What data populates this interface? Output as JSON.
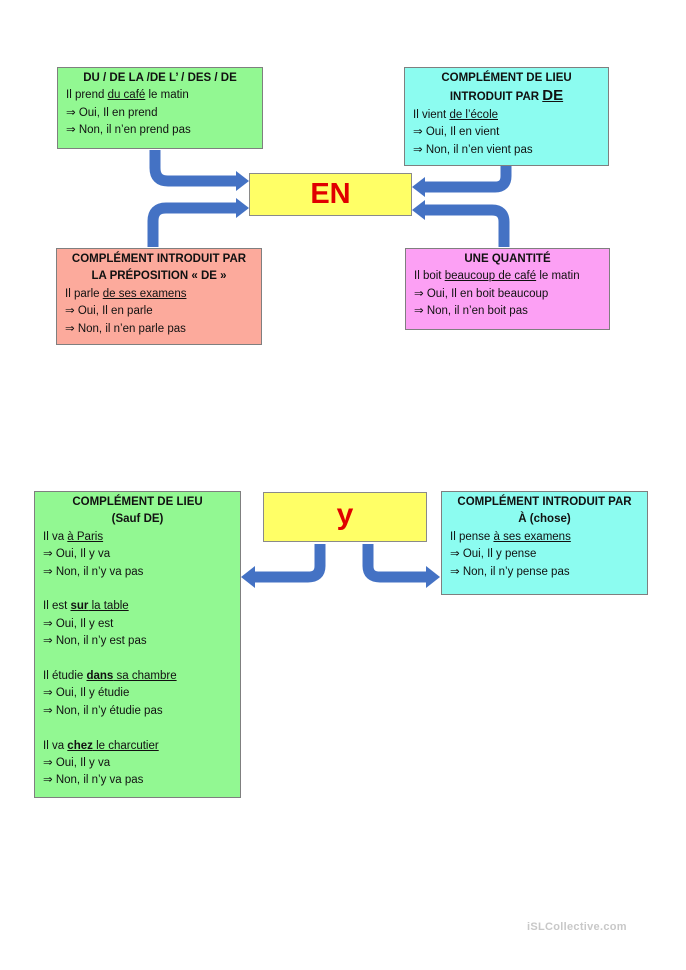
{
  "en_section": {
    "center_label": "EN",
    "boxes": [
      {
        "id": "du-de-la",
        "color": "#92f892",
        "title": [
          "DU / DE LA /DE L’ / DES / DE"
        ],
        "lines": [
          [
            {
              "t": "Il prend "
            },
            {
              "t": "du café",
              "u": true
            },
            {
              "t": " le matin"
            }
          ],
          [
            {
              "t": "⇒ Oui, Il en prend"
            }
          ],
          [
            {
              "t": "⇒ Non, il n’en prend pas"
            }
          ]
        ]
      },
      {
        "id": "complement-lieu-de",
        "color": "#8cfcf0",
        "title": [
          "COMPLÉMENT DE LIEU",
          "INTRODUIT PAR "
        ],
        "title_emph": "DE",
        "lines": [
          [
            {
              "t": "Il vient "
            },
            {
              "t": "de l’école",
              "u": true
            }
          ],
          [
            {
              "t": "⇒ Oui, Il en vient"
            }
          ],
          [
            {
              "t": "⇒ Non, il n’en vient pas"
            }
          ]
        ]
      },
      {
        "id": "complement-preposition-de",
        "color": "#fcaa9c",
        "title": [
          "COMPLÉMENT INTRODUIT PAR",
          "LA PRÉPOSITION « DE »"
        ],
        "lines": [
          [
            {
              "t": "Il parle "
            },
            {
              "t": "de ses examens",
              "u": true
            }
          ],
          [
            {
              "t": "⇒ Oui, Il en parle"
            }
          ],
          [
            {
              "t": "⇒ Non, il n’en parle pas"
            }
          ]
        ]
      },
      {
        "id": "une-quantite",
        "color": "#fca0f4",
        "title": [
          "UNE QUANTITÉ"
        ],
        "lines": [
          [
            {
              "t": "Il boit "
            },
            {
              "t": "beaucoup de café",
              "u": true
            },
            {
              "t": " le matin"
            }
          ],
          [
            {
              "t": "⇒ Oui, Il en boit beaucoup"
            }
          ],
          [
            {
              "t": "⇒ Non, il n’en boit pas"
            }
          ]
        ]
      }
    ]
  },
  "y_section": {
    "center_label": "y",
    "boxes": [
      {
        "id": "complement-lieu-sauf-de",
        "color": "#92f892",
        "title": [
          "COMPLÉMENT DE LIEU",
          "(Sauf DE)"
        ],
        "lines": [
          [
            {
              "t": "Il va "
            },
            {
              "t": "à Paris",
              "u": true
            }
          ],
          [
            {
              "t": "⇒ Oui, Il y va"
            }
          ],
          [
            {
              "t": "⇒ Non, il n’y va pas"
            }
          ],
          [],
          [
            {
              "t": "Il est "
            },
            {
              "t": "sur",
              "u": true,
              "b": true
            },
            {
              "t": " la table",
              "u": true
            }
          ],
          [
            {
              "t": "⇒ Oui, Il y est"
            }
          ],
          [
            {
              "t": "⇒ Non, il n’y est pas"
            }
          ],
          [],
          [
            {
              "t": "Il étudie "
            },
            {
              "t": "dans",
              "u": true,
              "b": true
            },
            {
              "t": " sa chambre",
              "u": true
            }
          ],
          [
            {
              "t": "⇒ Oui, Il y étudie"
            }
          ],
          [
            {
              "t": "⇒ Non, il n’y étudie pas"
            }
          ],
          [],
          [
            {
              "t": "Il va "
            },
            {
              "t": "chez",
              "u": true,
              "b": true
            },
            {
              "t": " le charcutier",
              "u": true
            }
          ],
          [
            {
              "t": "⇒ Oui, Il y va"
            }
          ],
          [
            {
              "t": "⇒ Non, il n’y va pas"
            }
          ]
        ]
      },
      {
        "id": "complement-a-chose",
        "color": "#8cfcf0",
        "title": [
          "COMPLÉMENT INTRODUIT PAR",
          "À (chose)"
        ],
        "lines": [
          [
            {
              "t": "Il pense "
            },
            {
              "t": "à ses examens",
              "u": true
            }
          ],
          [
            {
              "t": "⇒ Oui, Il y pense"
            }
          ],
          [
            {
              "t": "⇒ Non, il n’y pense pas"
            }
          ]
        ]
      }
    ]
  },
  "watermark": "iSLCollective.com",
  "colors": {
    "arrow": "#4472c4",
    "center_bg": "#ffff66",
    "center_text": "#e00000"
  }
}
